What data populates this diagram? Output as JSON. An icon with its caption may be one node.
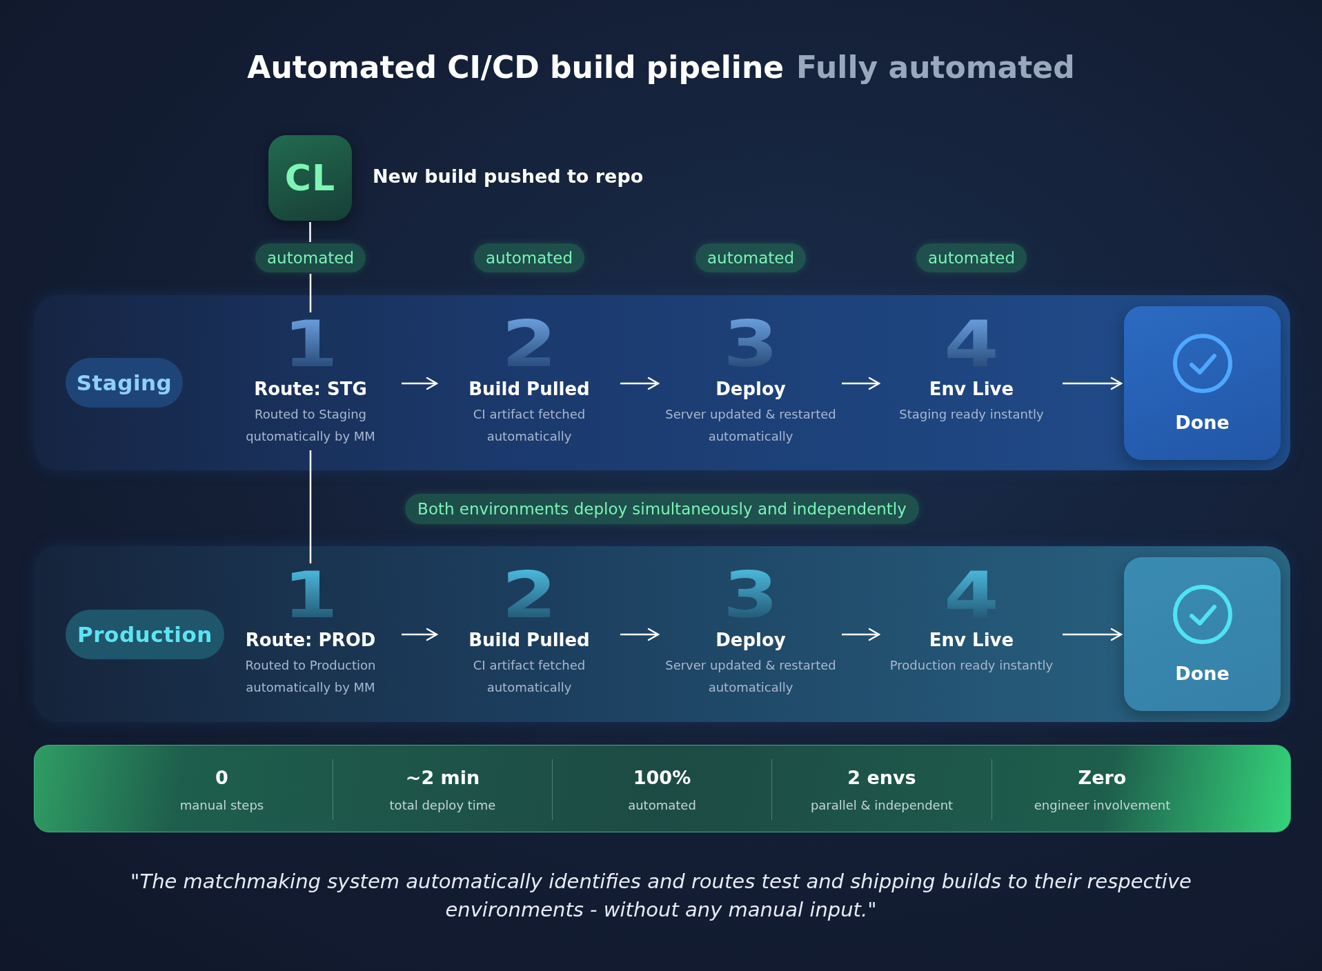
{
  "diagram": {
    "title": "Automated CI/CD build pipeline",
    "caption": "\"The matchmaking system automatically identifies and routes test and shipping builds to their respective environments - without any manual input.\"",
    "labels": [
      "Fully automated"
    ],
    "nodes": [
      {
        "text": [
          "CL"
        ],
        "beside": [
          "New build pushed to repo"
        ]
      },
      {
        "text": [
          "automated"
        ]
      },
      {
        "text": [
          "automated"
        ]
      },
      {
        "text": [
          "automated"
        ]
      },
      {
        "text": [
          "automated"
        ]
      },
      {
        "text": [],
        "shape": "box"
      },
      {
        "text": [
          "Staging"
        ],
        "in": 5
      },
      {
        "text": [
          "1",
          "Route: STG",
          "Routed to Staging qutomatically by MM"
        ],
        "in": 5
      },
      {
        "text": [
          "2",
          "Build Pulled",
          "CI artifact fetched automatically"
        ],
        "in": 5
      },
      {
        "text": [
          "3",
          "Deploy",
          "Server updated & restarted automatically"
        ],
        "in": 5
      },
      {
        "text": [
          "4",
          "Env Live",
          "Staging ready instantly"
        ],
        "in": 5
      },
      {
        "text": [
          "Done"
        ],
        "in": 5
      },
      {
        "text": [
          "Both environments deploy simultaneously and independently"
        ]
      },
      {
        "text": [],
        "shape": "box"
      },
      {
        "text": [
          "Production"
        ],
        "in": 13
      },
      {
        "text": [
          "1",
          "Route: PROD",
          "Routed to Production automatically by MM"
        ],
        "in": 13
      },
      {
        "text": [
          "2",
          "Build Pulled",
          "CI artifact fetched automatically"
        ],
        "in": 13
      },
      {
        "text": [
          "3",
          "Deploy",
          "Server updated & restarted automatically"
        ],
        "in": 13
      },
      {
        "text": [
          "4",
          "Env Live",
          "Production ready instantly"
        ],
        "in": 13
      },
      {
        "text": [
          "Done"
        ],
        "in": 13
      },
      {
        "text": [],
        "shape": "box"
      },
      {
        "text": [
          "0",
          "manual steps"
        ],
        "in": 20
      },
      {
        "text": [
          "~2 min",
          "total deploy time"
        ],
        "in": 20
      },
      {
        "text": [
          "100%",
          "automated"
        ],
        "in": 20
      },
      {
        "text": [
          "2 envs",
          "parallel & independent"
        ],
        "in": 20
      },
      {
        "text": [
          "Zero",
          "engineer involvement"
        ],
        "in": 20
      }
    ],
    "edges": [
      {
        "from": 0,
        "to": 1,
        "arrow": "none"
      },
      {
        "from": 1,
        "to": 7,
        "arrow": "none"
      },
      {
        "from": 7,
        "to": 8,
        "arrow": "to"
      },
      {
        "from": 8,
        "to": 9,
        "arrow": "to"
      },
      {
        "from": 9,
        "to": 10,
        "arrow": "to"
      },
      {
        "from": 10,
        "to": 11,
        "arrow": "to"
      },
      {
        "from": 7,
        "to": 15,
        "arrow": "none"
      },
      {
        "from": 15,
        "to": 16,
        "arrow": "to"
      },
      {
        "from": 16,
        "to": 17,
        "arrow": "to"
      },
      {
        "from": 17,
        "to": 18,
        "arrow": "to"
      },
      {
        "from": 18,
        "to": 19,
        "arrow": "to"
      }
    ]
  }
}
